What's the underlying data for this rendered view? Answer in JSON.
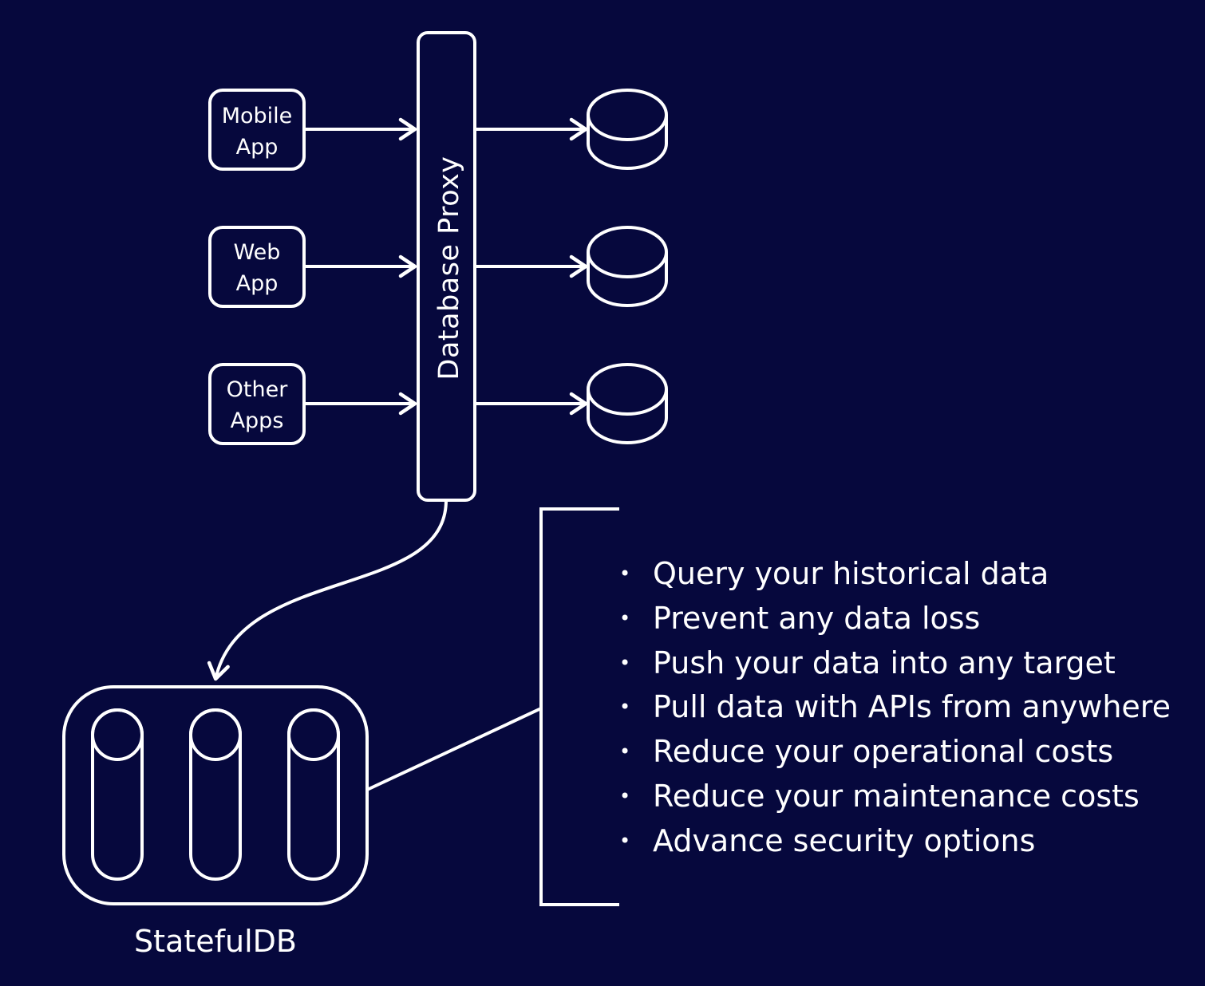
{
  "apps": [
    {
      "line1": "Mobile",
      "line2": "App"
    },
    {
      "line1": "Web",
      "line2": "App"
    },
    {
      "line1": "Other",
      "line2": "Apps"
    }
  ],
  "proxy": {
    "label": "Database Proxy"
  },
  "stateful_db": {
    "label": "StatefulDB"
  },
  "features": [
    "Query your historical data",
    "Prevent any data loss",
    "Push your data into any target",
    "Pull data with APIs from anywhere",
    "Reduce your operational costs",
    "Reduce your maintenance costs",
    "Advance security options"
  ],
  "colors": {
    "background": "#06083d",
    "stroke": "#ffffff"
  }
}
